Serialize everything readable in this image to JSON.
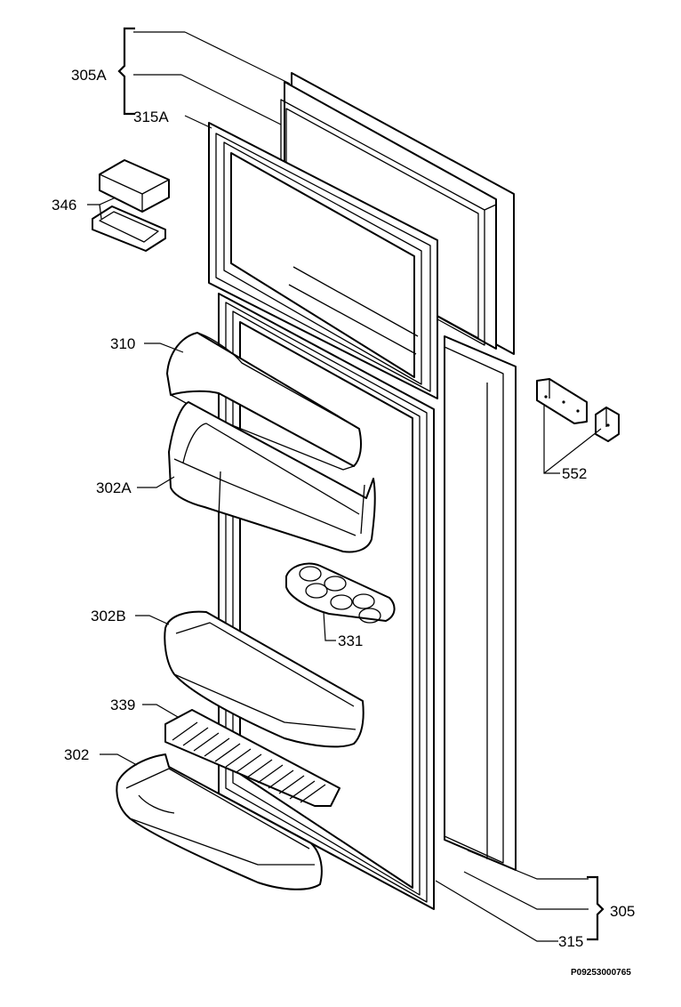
{
  "diagram": {
    "labels": {
      "l305A": "305A",
      "l315A": "315A",
      "l346": "346",
      "l310": "310",
      "l302A": "302A",
      "l302B": "302B",
      "l331": "331",
      "l339": "339",
      "l302": "302",
      "l552": "552",
      "l305": "305",
      "l315": "315"
    },
    "drawing_code": "P09253000765"
  }
}
